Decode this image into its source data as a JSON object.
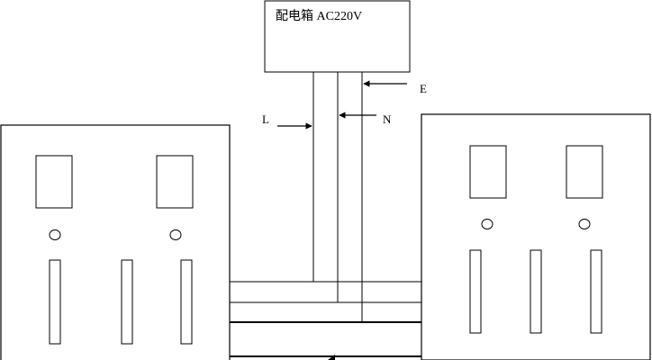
{
  "distribution_box": {
    "label": "配电箱 AC220V"
  },
  "wires": {
    "live": {
      "label": "L"
    },
    "neutral": {
      "label": "N"
    },
    "earth": {
      "label": "E"
    }
  },
  "colors": {
    "line": "#000000",
    "background": "#ffffff"
  }
}
